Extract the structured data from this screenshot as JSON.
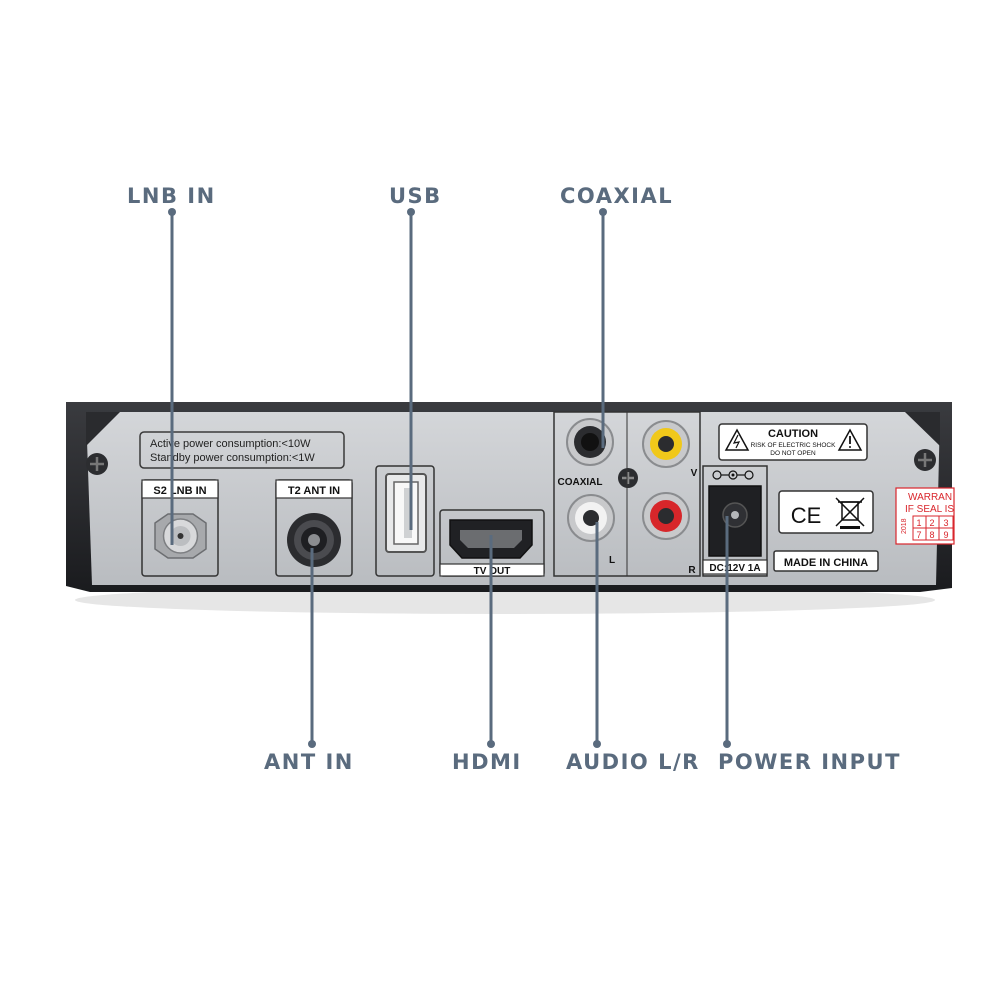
{
  "callouts": {
    "lnb_in": "LNB IN",
    "usb": "USB",
    "coaxial": "COAXIAL",
    "ant_in": "ANT IN",
    "hdmi": "HDMI",
    "audio_lr": "AUDIO L/R",
    "power_input": "POWER INPUT"
  },
  "panel": {
    "power_line1": "Active power consumption:<10W",
    "power_line2": "Standby power consumption:<1W",
    "s2_lnb_in": "S2 LNB IN",
    "t2_ant_in": "T2 ANT IN",
    "tv_out": "TV OUT",
    "coaxial": "COAXIAL",
    "v": "V",
    "l": "L",
    "r": "R",
    "caution_title": "CAUTION",
    "caution_line1": "RISK OF ELECTRIC SHOCK",
    "caution_line2": "DO NOT OPEN",
    "dc_label": "DC:12V 1A",
    "made_in": "MADE IN CHINA",
    "ce": "CE",
    "warranty_line1": "WARRAN",
    "warranty_line2": "IF SEAL IS",
    "seal_year": "2018",
    "seal_nums_row1": [
      "1",
      "2",
      "3"
    ],
    "seal_nums_row2": [
      "7",
      "8",
      "9"
    ]
  },
  "colors": {
    "callout": "#5a6b7e",
    "panel": "#c9cbce",
    "chassis": "#2a2b2e",
    "rca_yellow": "#f0c81a",
    "rca_red": "#d7262a",
    "rca_white": "#f2f2f2",
    "seal_red": "#d9262c"
  }
}
